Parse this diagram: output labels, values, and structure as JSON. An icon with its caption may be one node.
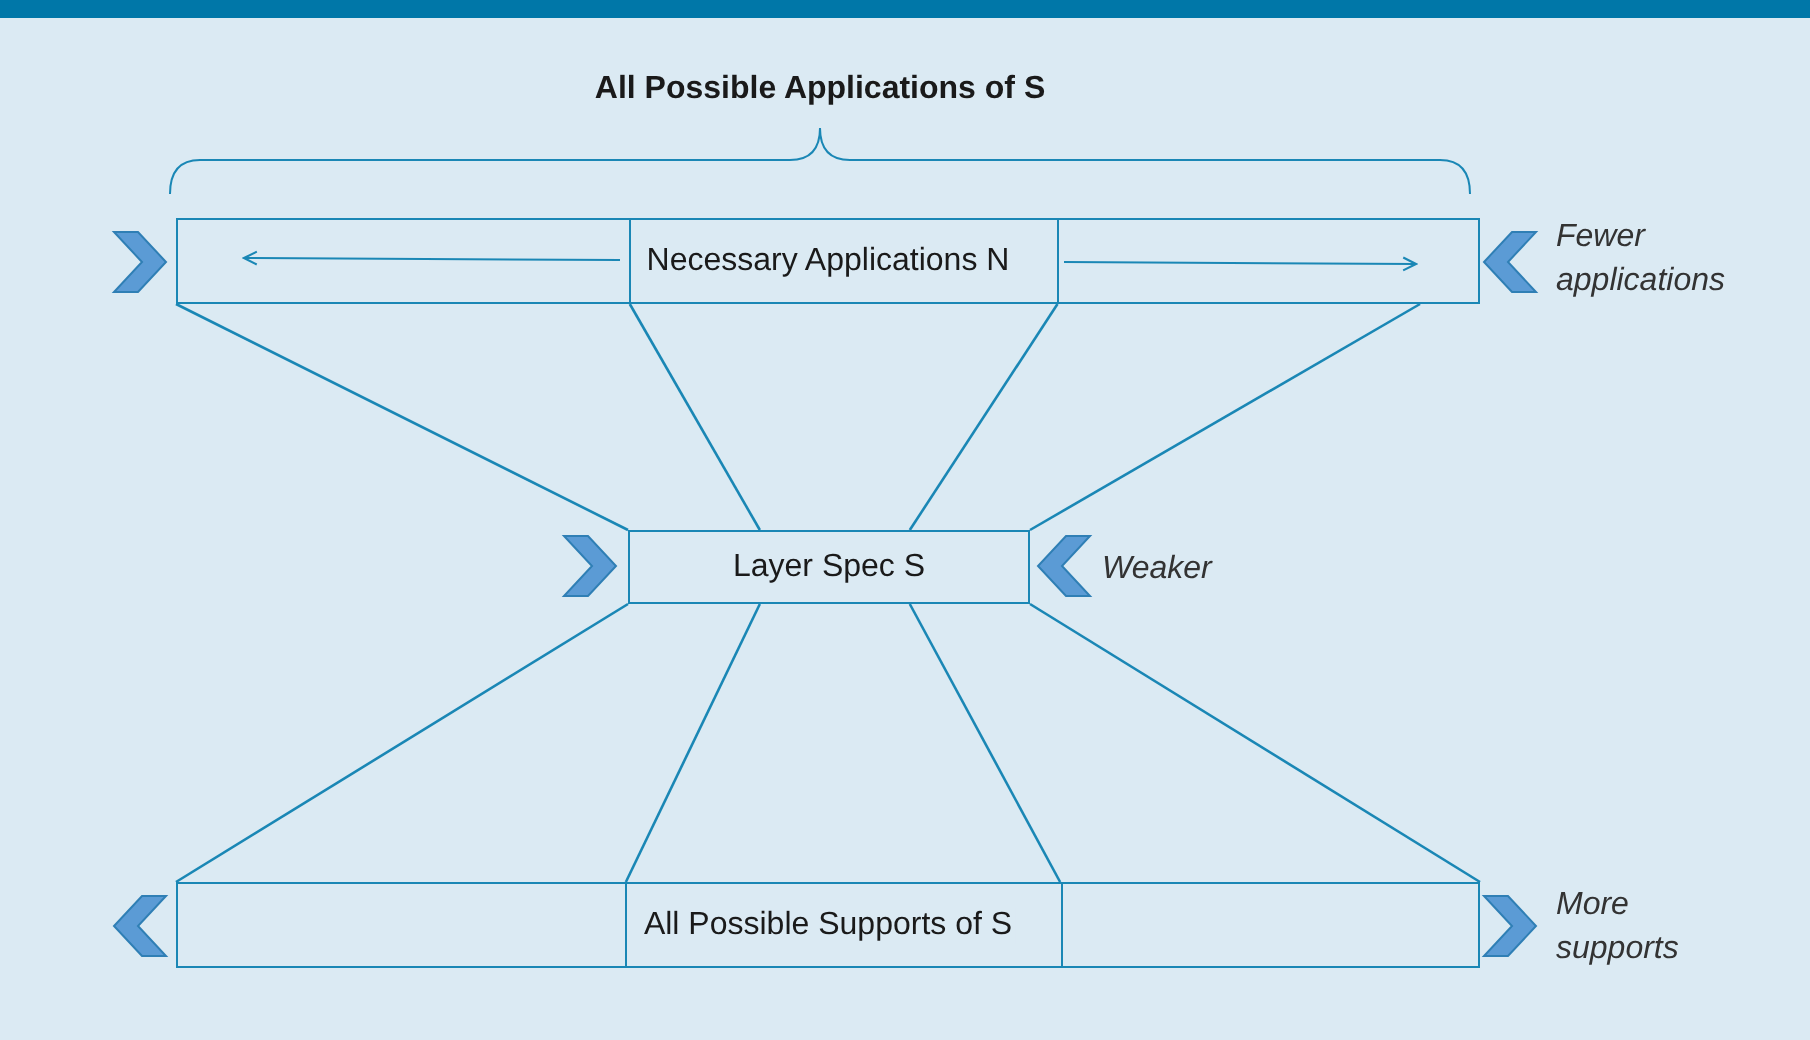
{
  "diagram": {
    "nodes": [
      {
        "text": [
          "Necessary Applications N"
        ],
        "beside": [
          "Fewer applications"
        ]
      },
      {
        "text": [
          "Layer Spec S"
        ],
        "beside": [
          "Weaker"
        ]
      },
      {
        "text": [
          "All Possible Supports of S"
        ],
        "beside": [
          "More supports"
        ]
      }
    ],
    "edges": [
      {
        "from": 0,
        "to": 1,
        "arrow": "none"
      },
      {
        "from": 0,
        "to": 1,
        "arrow": "none"
      },
      {
        "from": 0,
        "to": 1,
        "arrow": "none"
      },
      {
        "from": 0,
        "to": 1,
        "arrow": "none"
      },
      {
        "from": 1,
        "to": 2,
        "arrow": "none"
      },
      {
        "from": 1,
        "to": 2,
        "arrow": "none"
      },
      {
        "from": 1,
        "to": 2,
        "arrow": "none"
      },
      {
        "from": 1,
        "to": 2,
        "arrow": "none"
      }
    ],
    "labels": [
      "All Possible Applications of S"
    ]
  }
}
